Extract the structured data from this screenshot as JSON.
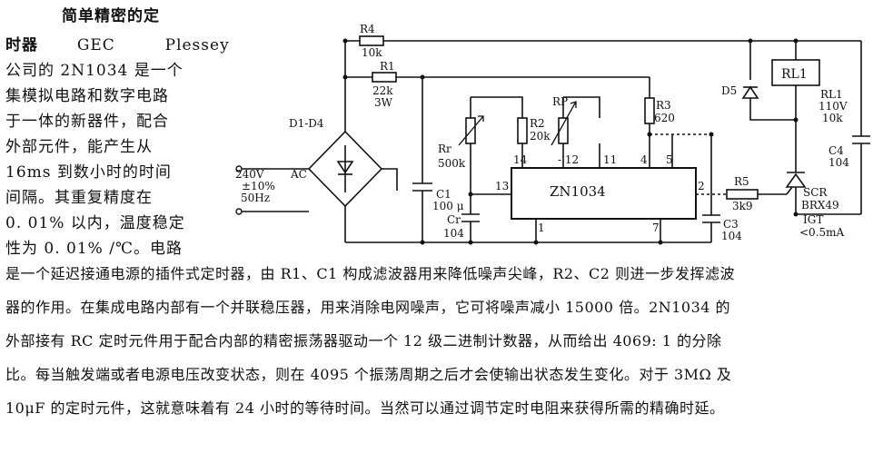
{
  "side_text": {
    "title": "简单精密的定",
    "line1_a": "时器",
    "line1_b": "GEC",
    "line1_c": "Plessey",
    "line2": "公司的 2N1034 是一个",
    "line3": "集模拟电路和数字电路",
    "line4": "于一体的新器件，配合",
    "line5": "外部元件，能产生从",
    "line6": "16ms 到数小时的时间",
    "line7": "间隔。其重复精度在",
    "line8": "0. 01% 以内，温度稳定",
    "line9": "性为 0. 01% /℃。电路"
  },
  "body_text": [
    "是一个延迟接通电源的插件式定时器，由 R1、C1 构成滤波器用来降低噪声尖峰，R2、C2 则进一步发挥滤波",
    "器的作用。在集成电路内部有一个并联稳压器，用来消除电网噪声，它可将噪声减小 15000 倍。2N1034 的",
    "外部接有 RC 定时元件用于配合内部的精密振荡器驱动一个 12 级二进制计数器，从而给出 4069: 1 的分除",
    "比。每当触发端或者电源电压改变状态，则在 4095 个振荡周期之后才会使输出状态发生变化。对于 3MΩ 及",
    "10μF 的定时元件，这就意味着有 24 小时的等待时间。当然可以通过调节定时电阻来获得所需的精确时延。"
  ],
  "circuit": {
    "chip_label": "ZN1034",
    "source": {
      "v": "240V",
      "tol": "±10%",
      "freq": "50Hz",
      "ac": "AC"
    },
    "bridge": "D1-D4",
    "r4": {
      "name": "R4",
      "value": "10k"
    },
    "r1": {
      "name": "R1",
      "value": "22k",
      "power": "3W"
    },
    "c1": {
      "name": "C1",
      "value": "100 μ"
    },
    "rt": {
      "name": "Rr",
      "value": "500k"
    },
    "ct": {
      "name": "Cr",
      "value": "104"
    },
    "r2": {
      "name": "R2",
      "value": "20k"
    },
    "rp": {
      "name": "RP"
    },
    "r3": {
      "name": "R3",
      "value": "620"
    },
    "c3": {
      "name": "C3",
      "value": "104"
    },
    "r5": {
      "name": "R5",
      "value": "3k9"
    },
    "d5": {
      "name": "D5"
    },
    "relay": {
      "box": "RL1",
      "name": "RL1",
      "v": "110V",
      "r": "10k"
    },
    "c4": {
      "name": "C4",
      "value": "104"
    },
    "scr": {
      "name": "SCR",
      "part": "BRX49",
      "igt": "IGT",
      "igt_val": "<0.5mA"
    },
    "pins": {
      "p14": "14",
      "p12": "- 12",
      "p11": "11",
      "p4": "4",
      "p5": "5",
      "p13": "13",
      "p2": "2",
      "p1": "1",
      "p7": "7"
    }
  }
}
